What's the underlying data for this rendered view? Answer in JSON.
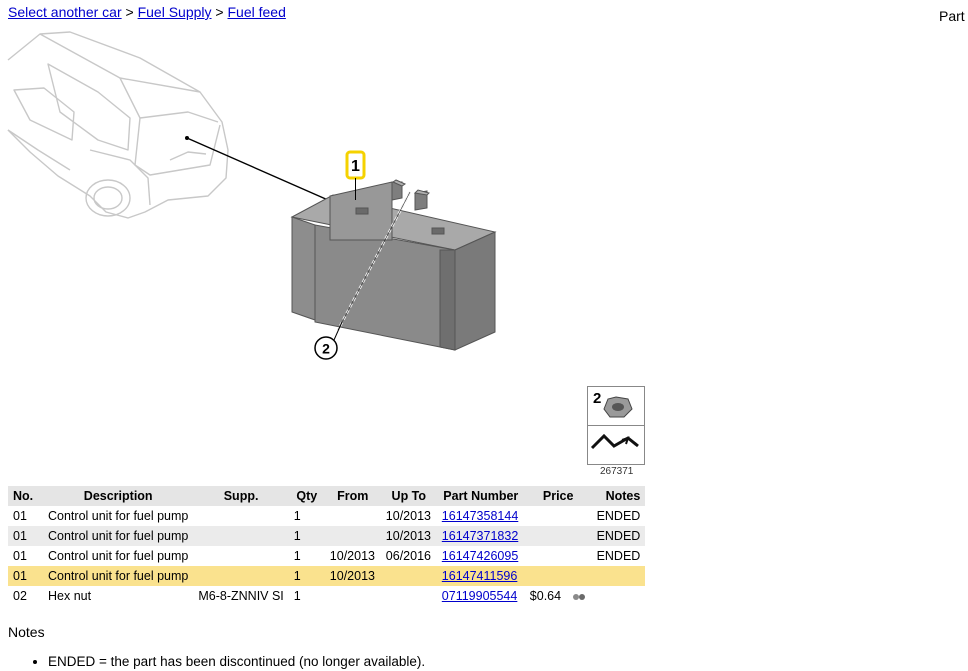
{
  "breadcrumb": {
    "link1": "Select another car",
    "link2": "Fuel Supply",
    "link3": "Fuel feed",
    "separator": ">"
  },
  "part_label": "Part",
  "diagram": {
    "callouts": [
      "1",
      "2"
    ],
    "legend_number": "2",
    "id": "267371",
    "highlight_color": "#f5d200"
  },
  "table": {
    "headers": [
      "No.",
      "Description",
      "Supp.",
      "Qty",
      "From",
      "Up To",
      "Part Number",
      "Price",
      "Notes"
    ],
    "rows": [
      {
        "no": "01",
        "description": "Control unit for fuel pump",
        "supp": "",
        "qty": "1",
        "from": "",
        "upto": "10/2013",
        "part_number": "16147358144",
        "price": "",
        "notes": "ENDED"
      },
      {
        "no": "01",
        "description": "Control unit for fuel pump",
        "supp": "",
        "qty": "1",
        "from": "",
        "upto": "10/2013",
        "part_number": "16147371832",
        "price": "",
        "notes": "ENDED"
      },
      {
        "no": "01",
        "description": "Control unit for fuel pump",
        "supp": "",
        "qty": "1",
        "from": "10/2013",
        "upto": "06/2016",
        "part_number": "16147426095",
        "price": "",
        "notes": "ENDED"
      },
      {
        "no": "01",
        "description": "Control unit for fuel pump",
        "supp": "",
        "qty": "1",
        "from": "10/2013",
        "upto": "",
        "part_number": "16147411596",
        "price": "",
        "notes": ""
      },
      {
        "no": "02",
        "description": "Hex nut",
        "supp": "M6-8-ZNNIV SI",
        "qty": "1",
        "from": "",
        "upto": "",
        "part_number": "07119905544",
        "price": "$0.64",
        "notes": ""
      }
    ],
    "highlight_row_color": "#fae28e"
  },
  "notes": {
    "title": "Notes",
    "items": [
      "ENDED = the part has been discontinued (no longer available)."
    ]
  }
}
